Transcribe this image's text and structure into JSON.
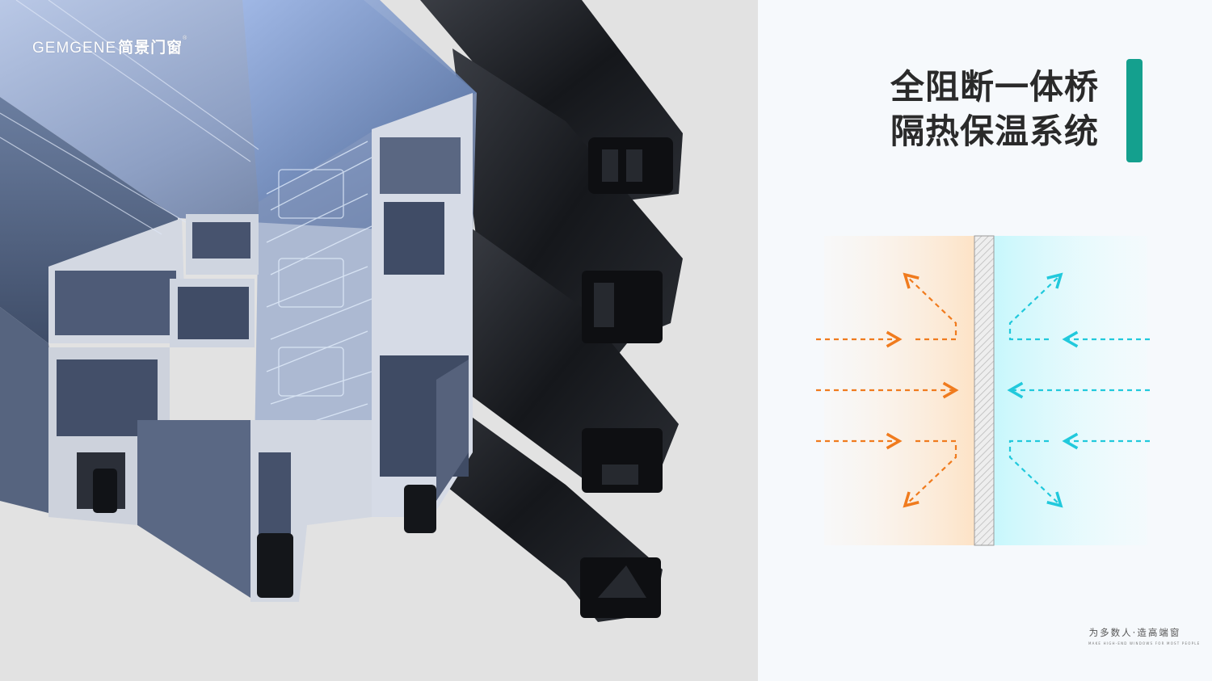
{
  "brand": {
    "name_en": "GEMGENE",
    "name_cn": "简景门窗",
    "trademark": "®"
  },
  "headline": {
    "line1": "全阻断一体桥",
    "line2": "隔热保温系统"
  },
  "slogan": {
    "cn": "为多数人·造高端窗",
    "en": "MAKE HIGH-END WINDOWS FOR MOST PEOPLE"
  },
  "colors": {
    "accent": "#14a08e",
    "warm_arrow": "#f07b1e",
    "cool_arrow": "#21c9dc",
    "headline": "#2a2a2a"
  }
}
